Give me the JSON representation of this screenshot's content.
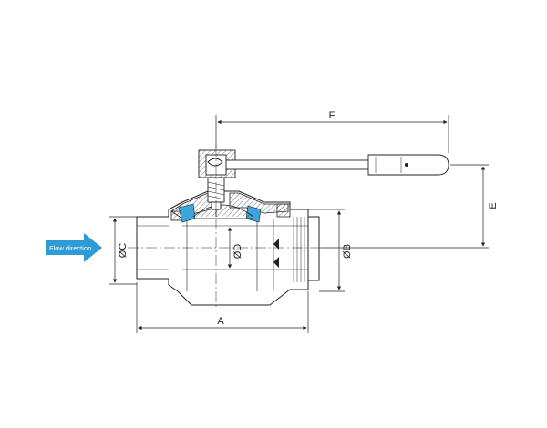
{
  "flow_label": "Flow direction",
  "dimensions": {
    "A": "A",
    "B": "ØB",
    "C": "ØC",
    "D": "ØD",
    "E": "E",
    "F": "F"
  },
  "colors": {
    "arrow": "#2e9ad6",
    "seat": "#3aa6dc",
    "line": "#222222",
    "hatch": "#555555"
  }
}
